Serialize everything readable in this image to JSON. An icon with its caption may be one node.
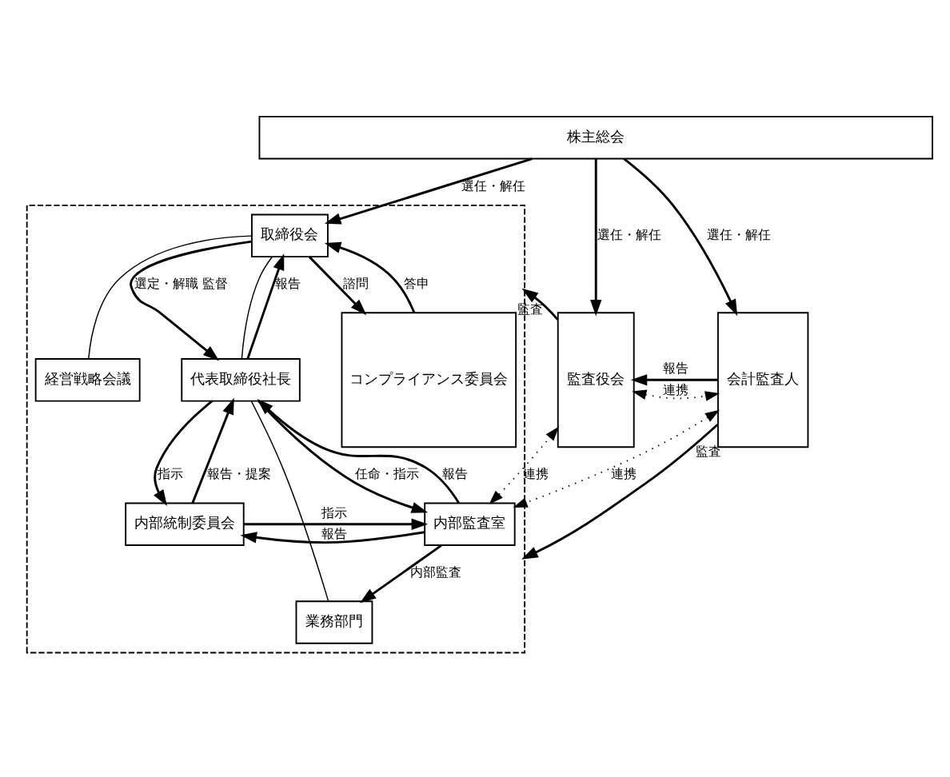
{
  "diagram": {
    "nodes": [
      {
        "text": [
          "株主総会"
        ]
      },
      {
        "text": [],
        "shape": "box"
      },
      {
        "text": [
          "取締役会"
        ],
        "in": 1
      },
      {
        "text": [
          "経営戦略会議"
        ],
        "in": 1
      },
      {
        "text": [
          "代表取締役社長"
        ],
        "in": 1
      },
      {
        "text": [
          "内部統制委員会"
        ],
        "in": 1
      },
      {
        "text": [
          "内部監査室"
        ],
        "in": 1
      },
      {
        "text": [
          "業務部門"
        ],
        "in": 1
      },
      {
        "text": [
          "コンプライアンス委員会"
        ],
        "in": 1
      },
      {
        "text": [
          "監査役会"
        ]
      },
      {
        "text": [
          "会計監査人"
        ]
      }
    ],
    "edges": [
      {
        "from": 0,
        "to": 2,
        "arrow": "to",
        "label": "選任・解任"
      },
      {
        "from": 0,
        "to": 9,
        "arrow": "to",
        "label": "選任・解任"
      },
      {
        "from": 0,
        "to": 10,
        "arrow": "to",
        "label": "選任・解任"
      },
      {
        "from": 8,
        "to": 2,
        "arrow": "to",
        "label": "答申"
      },
      {
        "from": 2,
        "to": 8,
        "arrow": "to",
        "label": "諮問"
      },
      {
        "from": 2,
        "to": 4,
        "arrow": "to",
        "label": "選定・解職 監督"
      },
      {
        "from": 4,
        "to": 2,
        "arrow": "to",
        "label": "報告"
      },
      {
        "from": 2,
        "to": 3,
        "arrow": "none"
      },
      {
        "from": 2,
        "to": 4,
        "arrow": "none"
      },
      {
        "from": 4,
        "to": 7,
        "arrow": "none"
      },
      {
        "from": 4,
        "to": 5,
        "arrow": "to",
        "label": "指示"
      },
      {
        "from": 5,
        "to": 4,
        "arrow": "to",
        "label": "報告・提案"
      },
      {
        "from": 4,
        "to": 6,
        "arrow": "to",
        "label": "任命・指示"
      },
      {
        "from": 6,
        "to": 4,
        "arrow": "to",
        "label": "報告"
      },
      {
        "from": 5,
        "to": 6,
        "arrow": "to",
        "label": "指示"
      },
      {
        "from": 6,
        "to": 5,
        "arrow": "to",
        "label": "報告"
      },
      {
        "from": 6,
        "to": 7,
        "arrow": "to",
        "label": "内部監査"
      },
      {
        "from": 10,
        "to": 9,
        "arrow": "to",
        "label": "報告"
      },
      {
        "from": 9,
        "to": 1,
        "arrow": "to",
        "label": "監査"
      },
      {
        "from": 6,
        "to": 9,
        "arrow": "both",
        "label": "連携",
        "style": "dashed"
      },
      {
        "from": 9,
        "to": 10,
        "arrow": "both",
        "label": "連携",
        "style": "dashed"
      },
      {
        "from": 10,
        "to": 6,
        "arrow": "both",
        "label": "連携",
        "style": "dashed"
      },
      {
        "from": 10,
        "to": 1,
        "arrow": "to",
        "label": "監査"
      }
    ]
  }
}
